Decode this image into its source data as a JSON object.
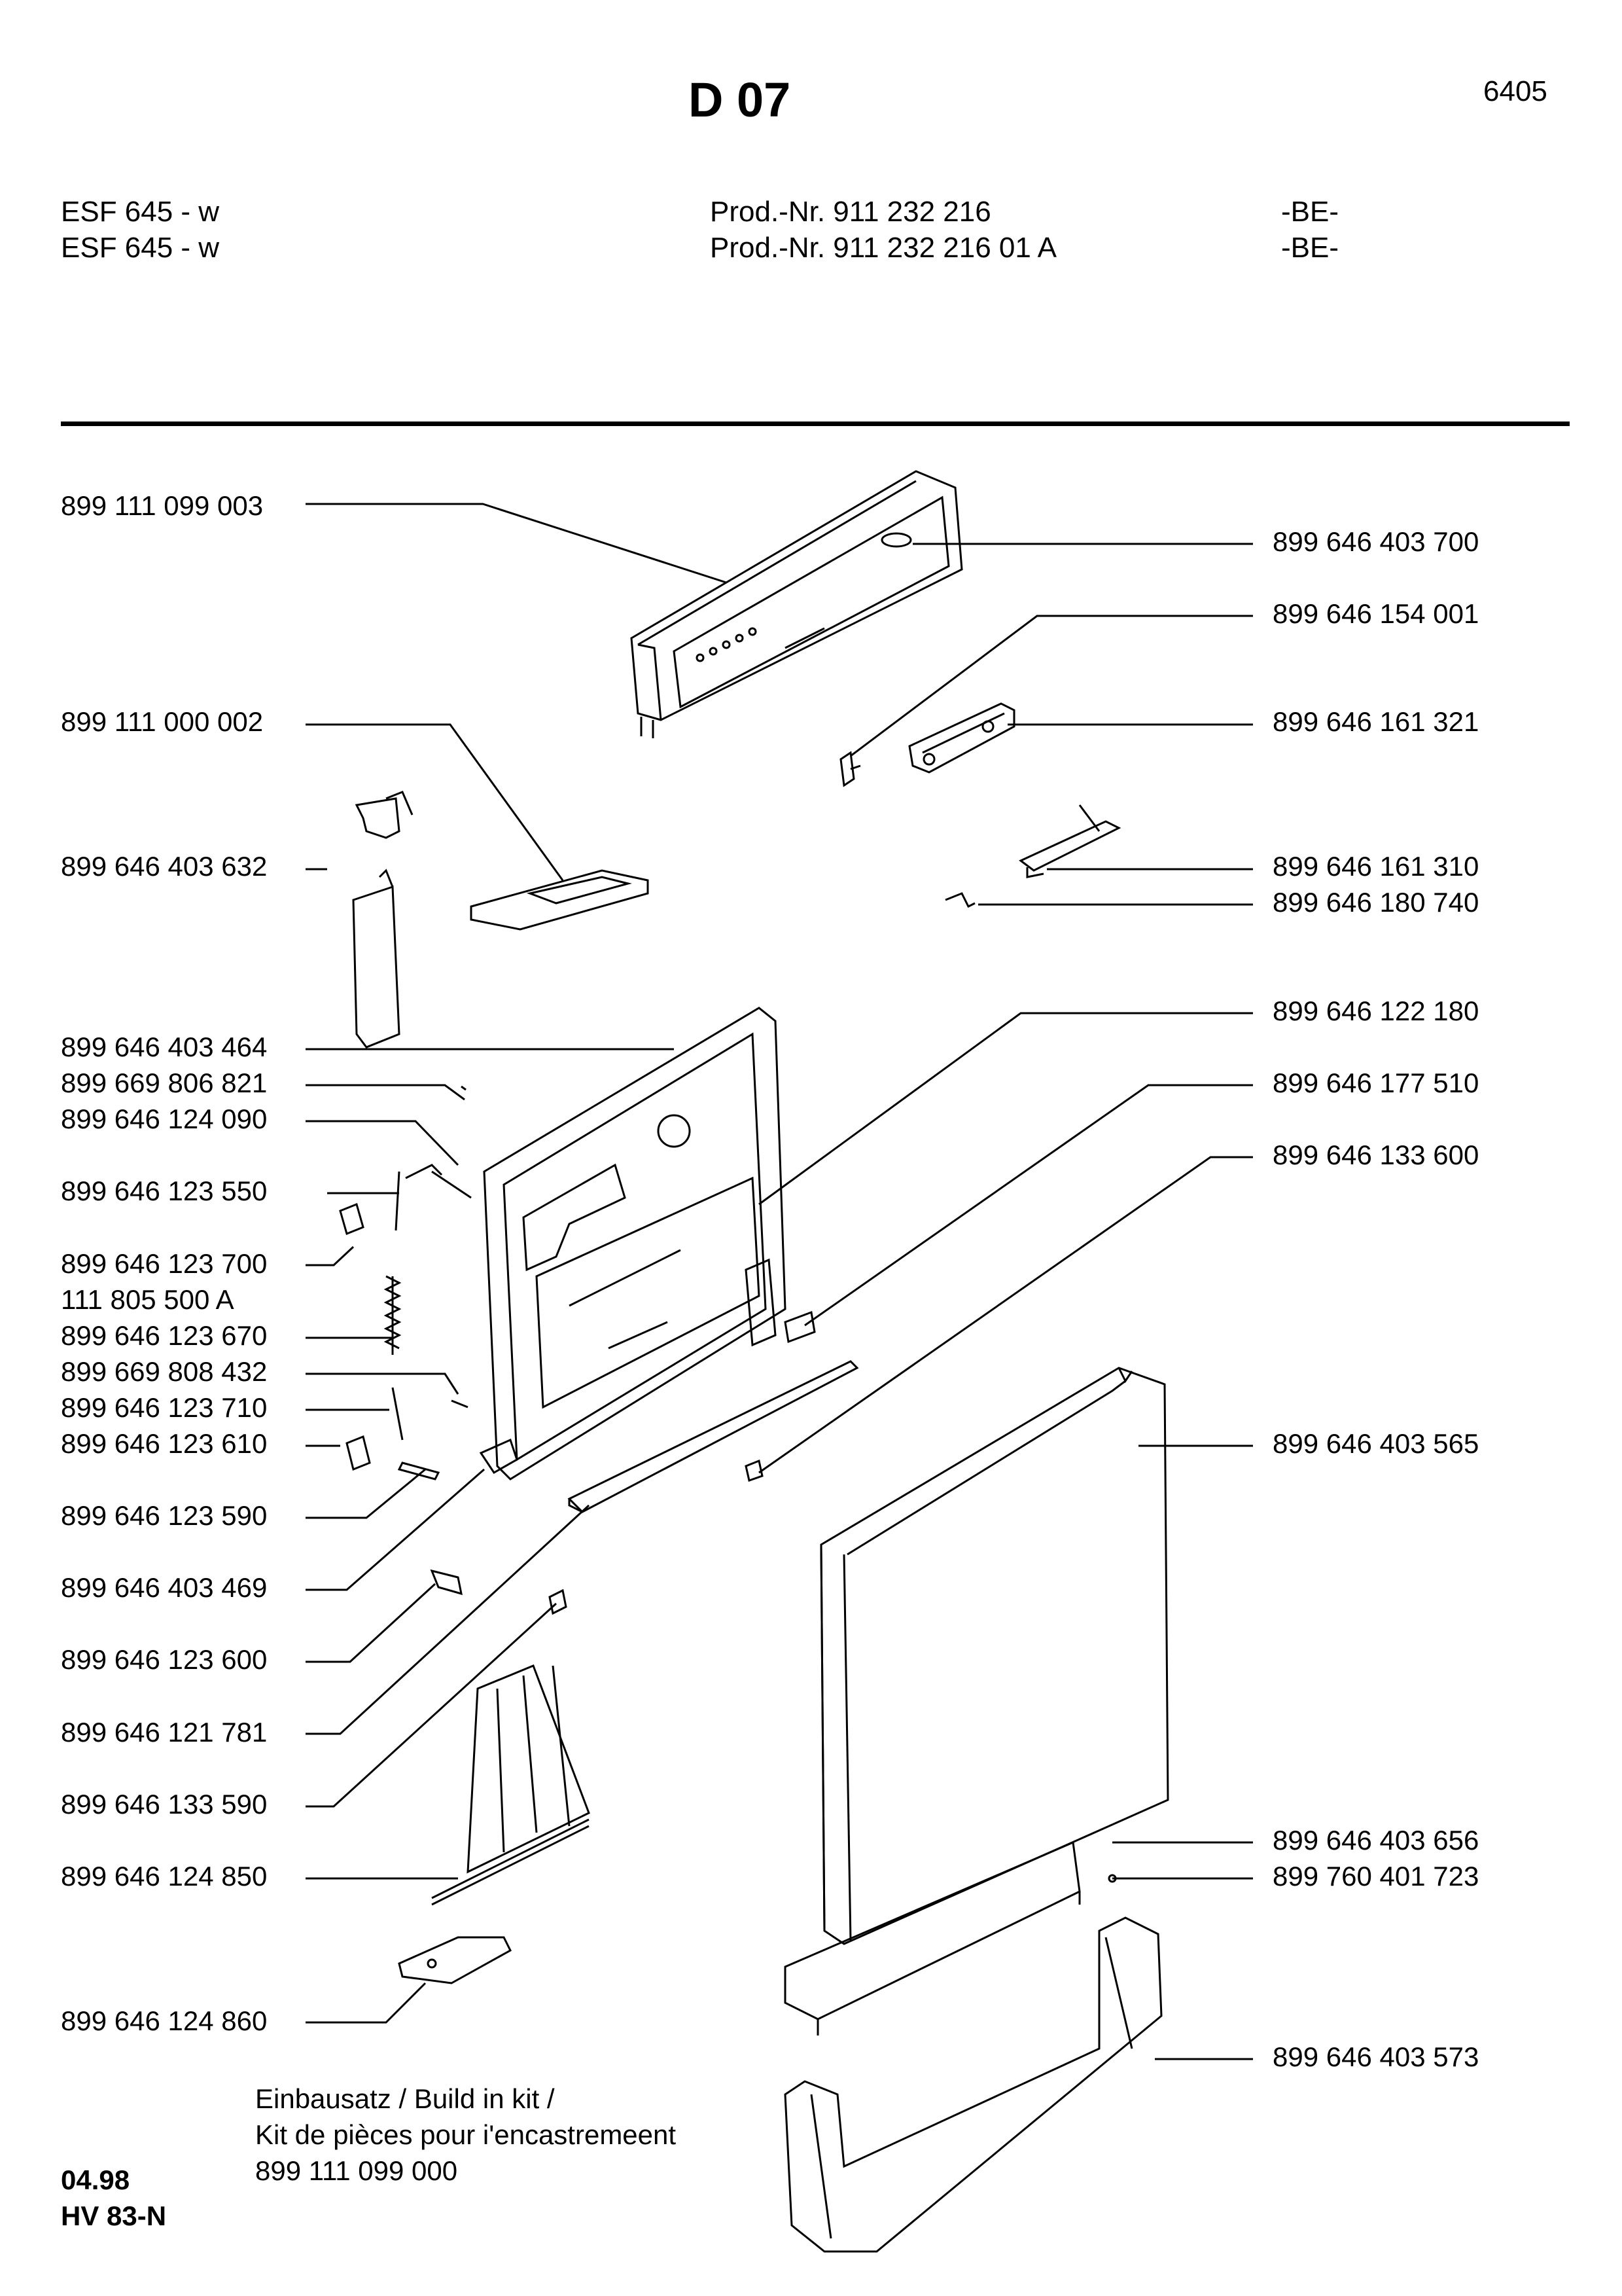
{
  "header": {
    "title": "D 07",
    "code": "6405",
    "models": [
      {
        "model": "ESF 645 - w",
        "prod": "Prod.-Nr. 911 232 216",
        "region": "-BE-"
      },
      {
        "model": "ESF 645 - w",
        "prod": "Prod.-Nr. 911 232 216 01 A",
        "region": "-BE-"
      }
    ]
  },
  "parts_left": [
    "899 111 099 003",
    "899 111 000 002",
    "899 646 403 632",
    "899 646 403 464",
    "899 669 806 821",
    "899 646 124 090",
    "899 646 123 550",
    "899 646 123 700",
    "111 805 500 A",
    "899 646 123 670",
    "899 669 808 432",
    "899 646 123 710",
    "899 646 123 610",
    "899 646 123 590",
    "899 646 403 469",
    "899 646 123 600",
    "899 646 121 781",
    "899 646 133 590",
    "899 646 124 850",
    "899 646 124 860"
  ],
  "parts_right": [
    "899 646 403 700",
    "899 646 154 001",
    "899 646 161 321",
    "899 646 161 310",
    "899 646 180 740",
    "899 646 122 180",
    "899 646 177 510",
    "899 646 133 600",
    "899 646 403 565",
    "899 646 403 656",
    "899 760 401 723",
    "899 646 403 573"
  ],
  "kit": {
    "line1": "Einbausatz / Build in kit /",
    "line2": "Kit de pièces pour i'encastremeent",
    "line3": "899 111 099 000"
  },
  "footer": {
    "date": "04.98",
    "ref": "HV 83-N"
  }
}
